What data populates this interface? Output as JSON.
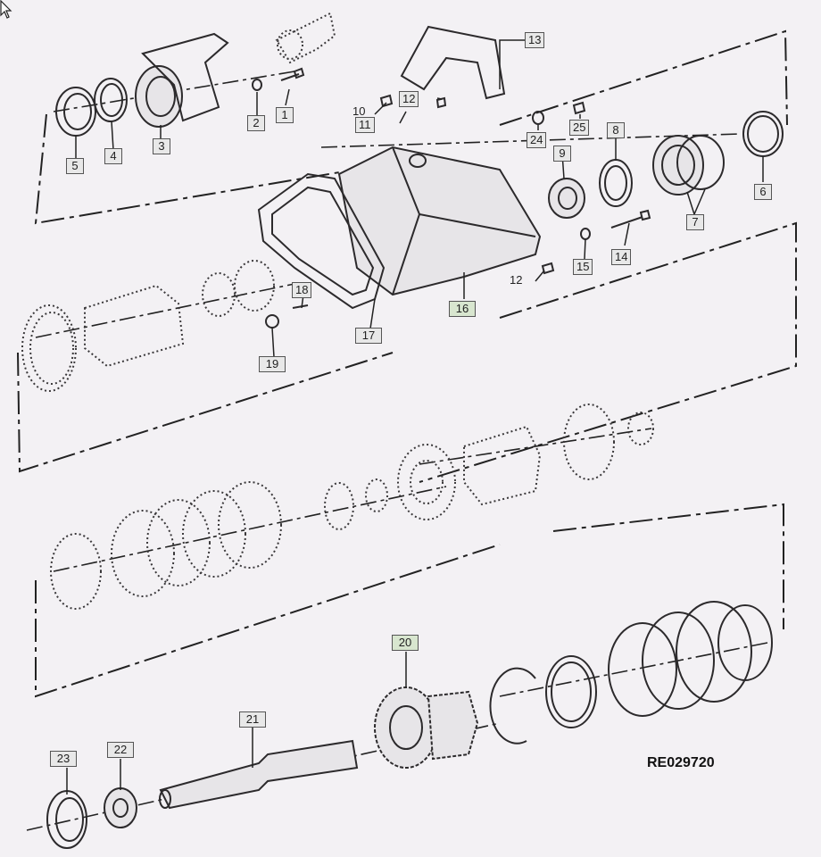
{
  "diagram": {
    "reference_number": "RE029720",
    "callouts": [
      {
        "id": "c1",
        "text": "1"
      },
      {
        "id": "c2",
        "text": "2"
      },
      {
        "id": "c3",
        "text": "3"
      },
      {
        "id": "c4",
        "text": "4"
      },
      {
        "id": "c5",
        "text": "5"
      },
      {
        "id": "c6",
        "text": "6"
      },
      {
        "id": "c7",
        "text": "7"
      },
      {
        "id": "c8",
        "text": "8"
      },
      {
        "id": "c9",
        "text": "9"
      },
      {
        "id": "c10",
        "text": "10"
      },
      {
        "id": "c11",
        "text": "11"
      },
      {
        "id": "c12a",
        "text": "12"
      },
      {
        "id": "c12b",
        "text": "12"
      },
      {
        "id": "c13",
        "text": "13"
      },
      {
        "id": "c14",
        "text": "14"
      },
      {
        "id": "c15",
        "text": "15"
      },
      {
        "id": "c16",
        "text": "16"
      },
      {
        "id": "c17",
        "text": "17"
      },
      {
        "id": "c18",
        "text": "18"
      },
      {
        "id": "c19",
        "text": "19"
      },
      {
        "id": "c20",
        "text": "20"
      },
      {
        "id": "c21",
        "text": "21"
      },
      {
        "id": "c22",
        "text": "22"
      },
      {
        "id": "c23",
        "text": "23"
      },
      {
        "id": "c24",
        "text": "24"
      },
      {
        "id": "c25",
        "text": "25"
      }
    ]
  }
}
